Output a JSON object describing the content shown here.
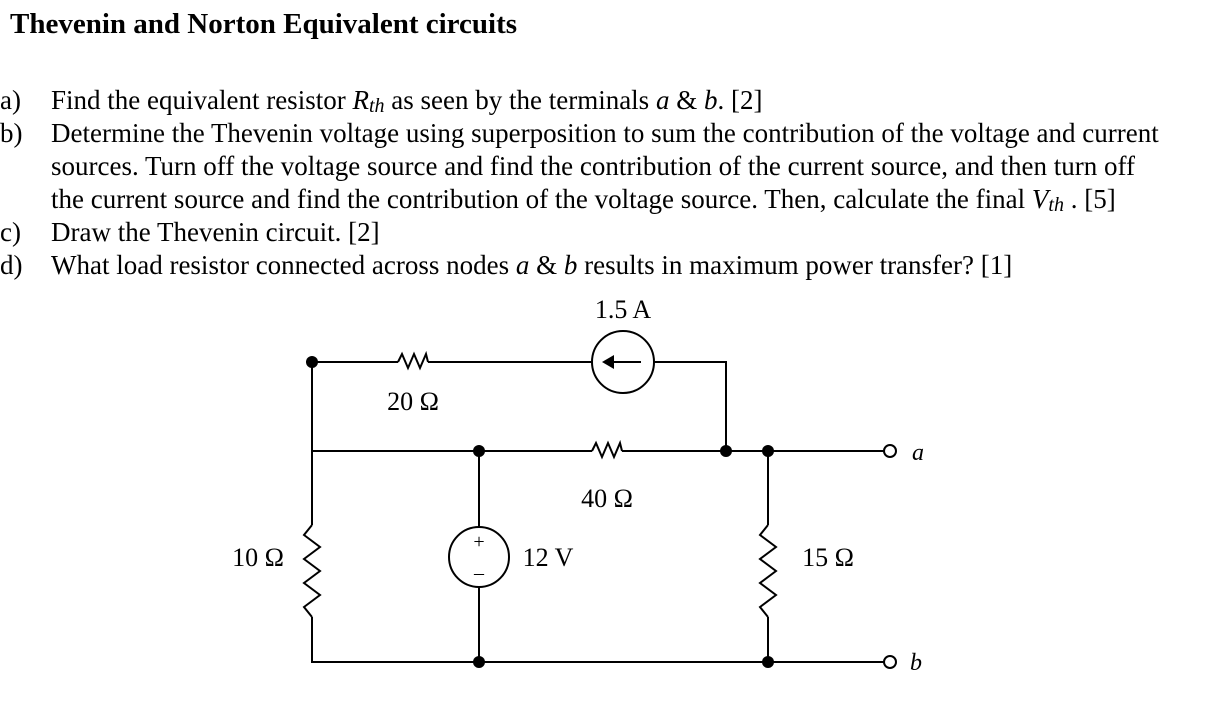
{
  "title": "Thevenin and Norton Equivalent circuits",
  "questions": {
    "a": {
      "label": "a)",
      "pre": "Find the equivalent resistor ",
      "sym": "R",
      "sym_sub": "th",
      "mid": " as seen by the terminals ",
      "t1": "a",
      "amp": " & ",
      "t2": "b",
      "post": ". [2]"
    },
    "b": {
      "label": "b)",
      "line1": "Determine the Thevenin voltage using superposition to sum the contribution of the voltage and current",
      "line2": "sources. Turn off the voltage source and find the contribution of the current source, and then turn off",
      "line3_pre": "the current source and find the contribution of the voltage source. Then, calculate the final ",
      "sym": "V",
      "sym_sub": "th",
      "line3_post": " . [5]"
    },
    "c": {
      "label": "c)",
      "text": "Draw the Thevenin circuit. [2]"
    },
    "d": {
      "label": "d)",
      "pre": "What load resistor connected across nodes ",
      "t1": "a",
      "amp": " & ",
      "t2": "b",
      "post": " results in maximum power transfer? [1]"
    }
  },
  "circuit": {
    "current_source": "1.5 A",
    "r20": "20 Ω",
    "r40": "40 Ω",
    "r10": "10 Ω",
    "voltage_source": "12 V",
    "r15": "15 Ω",
    "terminal_a": "a",
    "terminal_b": "b",
    "vs_plus": "+",
    "vs_minus": "–"
  }
}
